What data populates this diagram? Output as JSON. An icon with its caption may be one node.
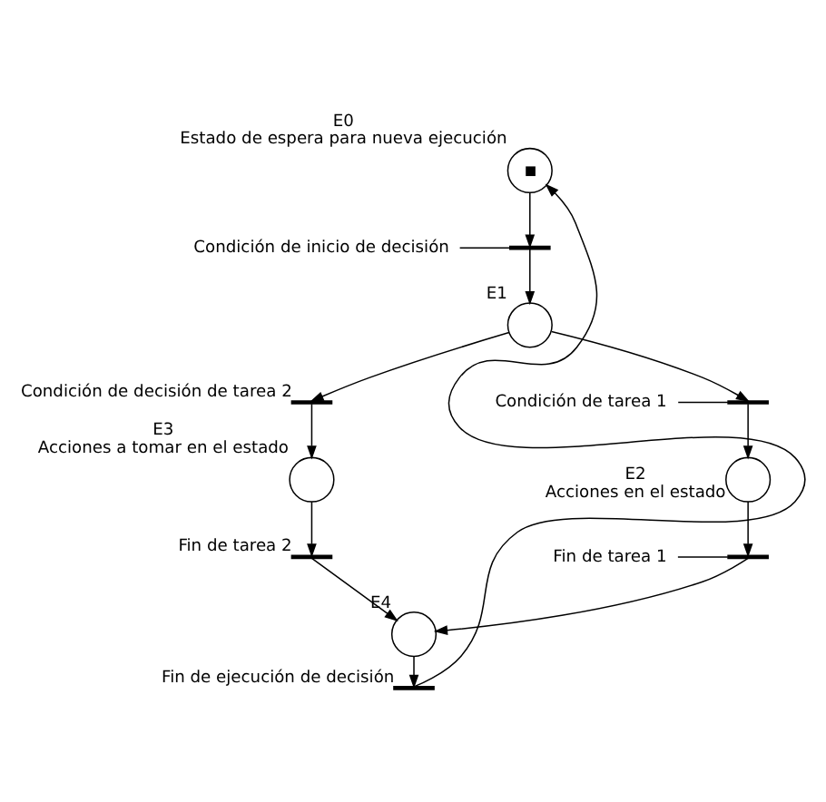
{
  "diagram": {
    "nodes": [
      {
        "text": [],
        "shape": "circle",
        "beside": [
          "E0",
          "Estado de espera para nueva ejecución"
        ]
      },
      {
        "text": [],
        "shape": "bar"
      },
      {
        "text": [],
        "shape": "circle",
        "beside": [
          "E1"
        ]
      },
      {
        "text": [],
        "shape": "bar"
      },
      {
        "text": [],
        "shape": "bar",
        "beside": [
          "Condición de decisión de tarea 2"
        ]
      },
      {
        "text": [],
        "shape": "circle",
        "beside": [
          "E2",
          "Acciones en el estado"
        ]
      },
      {
        "text": [],
        "shape": "circle",
        "beside": [
          "E3",
          "Acciones a tomar en el estado"
        ]
      },
      {
        "text": [],
        "shape": "bar"
      },
      {
        "text": [],
        "shape": "bar",
        "beside": [
          "Fin de tarea 2"
        ]
      },
      {
        "text": [],
        "shape": "circle",
        "beside": [
          "E4"
        ]
      },
      {
        "text": [],
        "shape": "bar",
        "beside": [
          "Fin de ejecución de decisión"
        ]
      },
      {
        "text": [
          "Condición de inicio de decisión"
        ]
      },
      {
        "text": [
          "Condición de tarea 1"
        ]
      },
      {
        "text": [
          "Fin de tarea 1"
        ]
      }
    ],
    "edges": [
      {
        "from": 0,
        "to": 1,
        "arrow": "to"
      },
      {
        "from": 1,
        "to": 2,
        "arrow": "to"
      },
      {
        "from": 2,
        "to": 3,
        "arrow": "to"
      },
      {
        "from": 2,
        "to": 4,
        "arrow": "to"
      },
      {
        "from": 3,
        "to": 5,
        "arrow": "to"
      },
      {
        "from": 4,
        "to": 6,
        "arrow": "to"
      },
      {
        "from": 5,
        "to": 7,
        "arrow": "to"
      },
      {
        "from": 6,
        "to": 8,
        "arrow": "to"
      },
      {
        "from": 7,
        "to": 9,
        "arrow": "to"
      },
      {
        "from": 8,
        "to": 9,
        "arrow": "to"
      },
      {
        "from": 9,
        "to": 10,
        "arrow": "to"
      },
      {
        "from": 10,
        "to": 0,
        "arrow": "to"
      },
      {
        "from": 11,
        "to": 1,
        "arrow": "none"
      },
      {
        "from": 12,
        "to": 3,
        "arrow": "none"
      },
      {
        "from": 13,
        "to": 7,
        "arrow": "none"
      }
    ]
  }
}
